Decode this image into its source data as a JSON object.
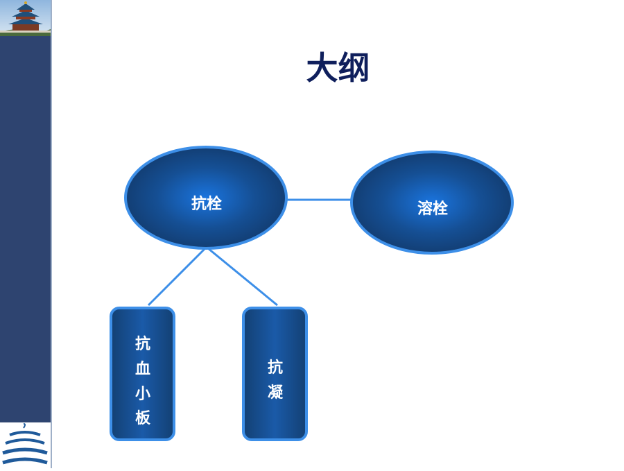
{
  "slide": {
    "title": "大纲"
  },
  "diagram": {
    "nodes": [
      {
        "id": "antithrombotic",
        "label": "抗栓"
      },
      {
        "id": "thrombolytic",
        "label": "溶栓"
      },
      {
        "id": "antiplatelet",
        "label_lines": [
          "抗",
          "血",
          "小",
          "板"
        ]
      },
      {
        "id": "anticoagulant",
        "label_lines": [
          "抗",
          "凝"
        ]
      }
    ],
    "edges": [
      {
        "from": "antithrombotic",
        "to": "thrombolytic"
      },
      {
        "from": "antithrombotic",
        "to": "antiplatelet"
      },
      {
        "from": "antithrombotic",
        "to": "anticoagulant"
      }
    ]
  },
  "colors": {
    "sidebar": "#2e4470",
    "node_fill_center": "#1a6fd6",
    "node_fill_edge": "#123c6e",
    "node_border": "#3d8fe8",
    "edge": "#3d8fe8",
    "title": "#0f1f5c"
  }
}
